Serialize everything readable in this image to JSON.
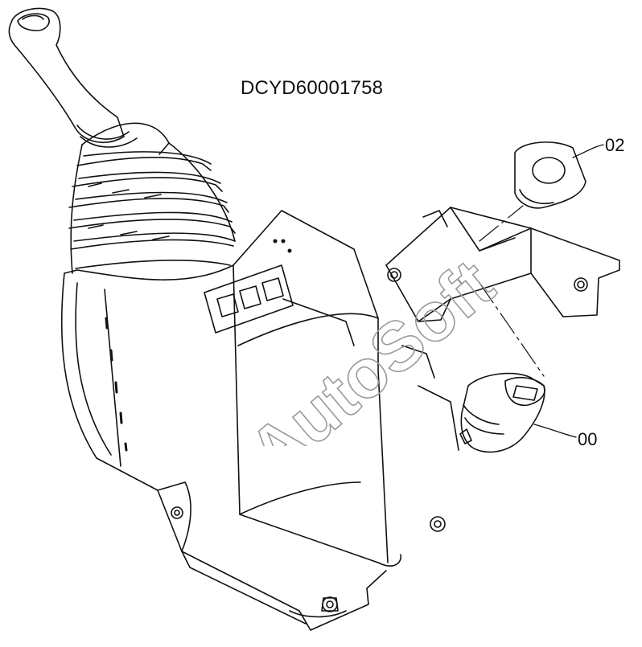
{
  "drawing": {
    "code": "DCYD60001758"
  },
  "callouts": [
    {
      "id": "02",
      "label": "02"
    },
    {
      "id": "00",
      "label": "00"
    }
  ],
  "watermark": {
    "text": "AutoSoft"
  },
  "colors": {
    "line": "#111111",
    "background": "#ffffff",
    "watermark_stroke": "#9a9a9a"
  },
  "icons": [
    "joystick-lever-icon",
    "rubber-boot-icon",
    "console-housing-icon",
    "mounting-bracket-icon",
    "gasket-plate-icon",
    "ignition-switch-icon",
    "bolt-icon"
  ]
}
